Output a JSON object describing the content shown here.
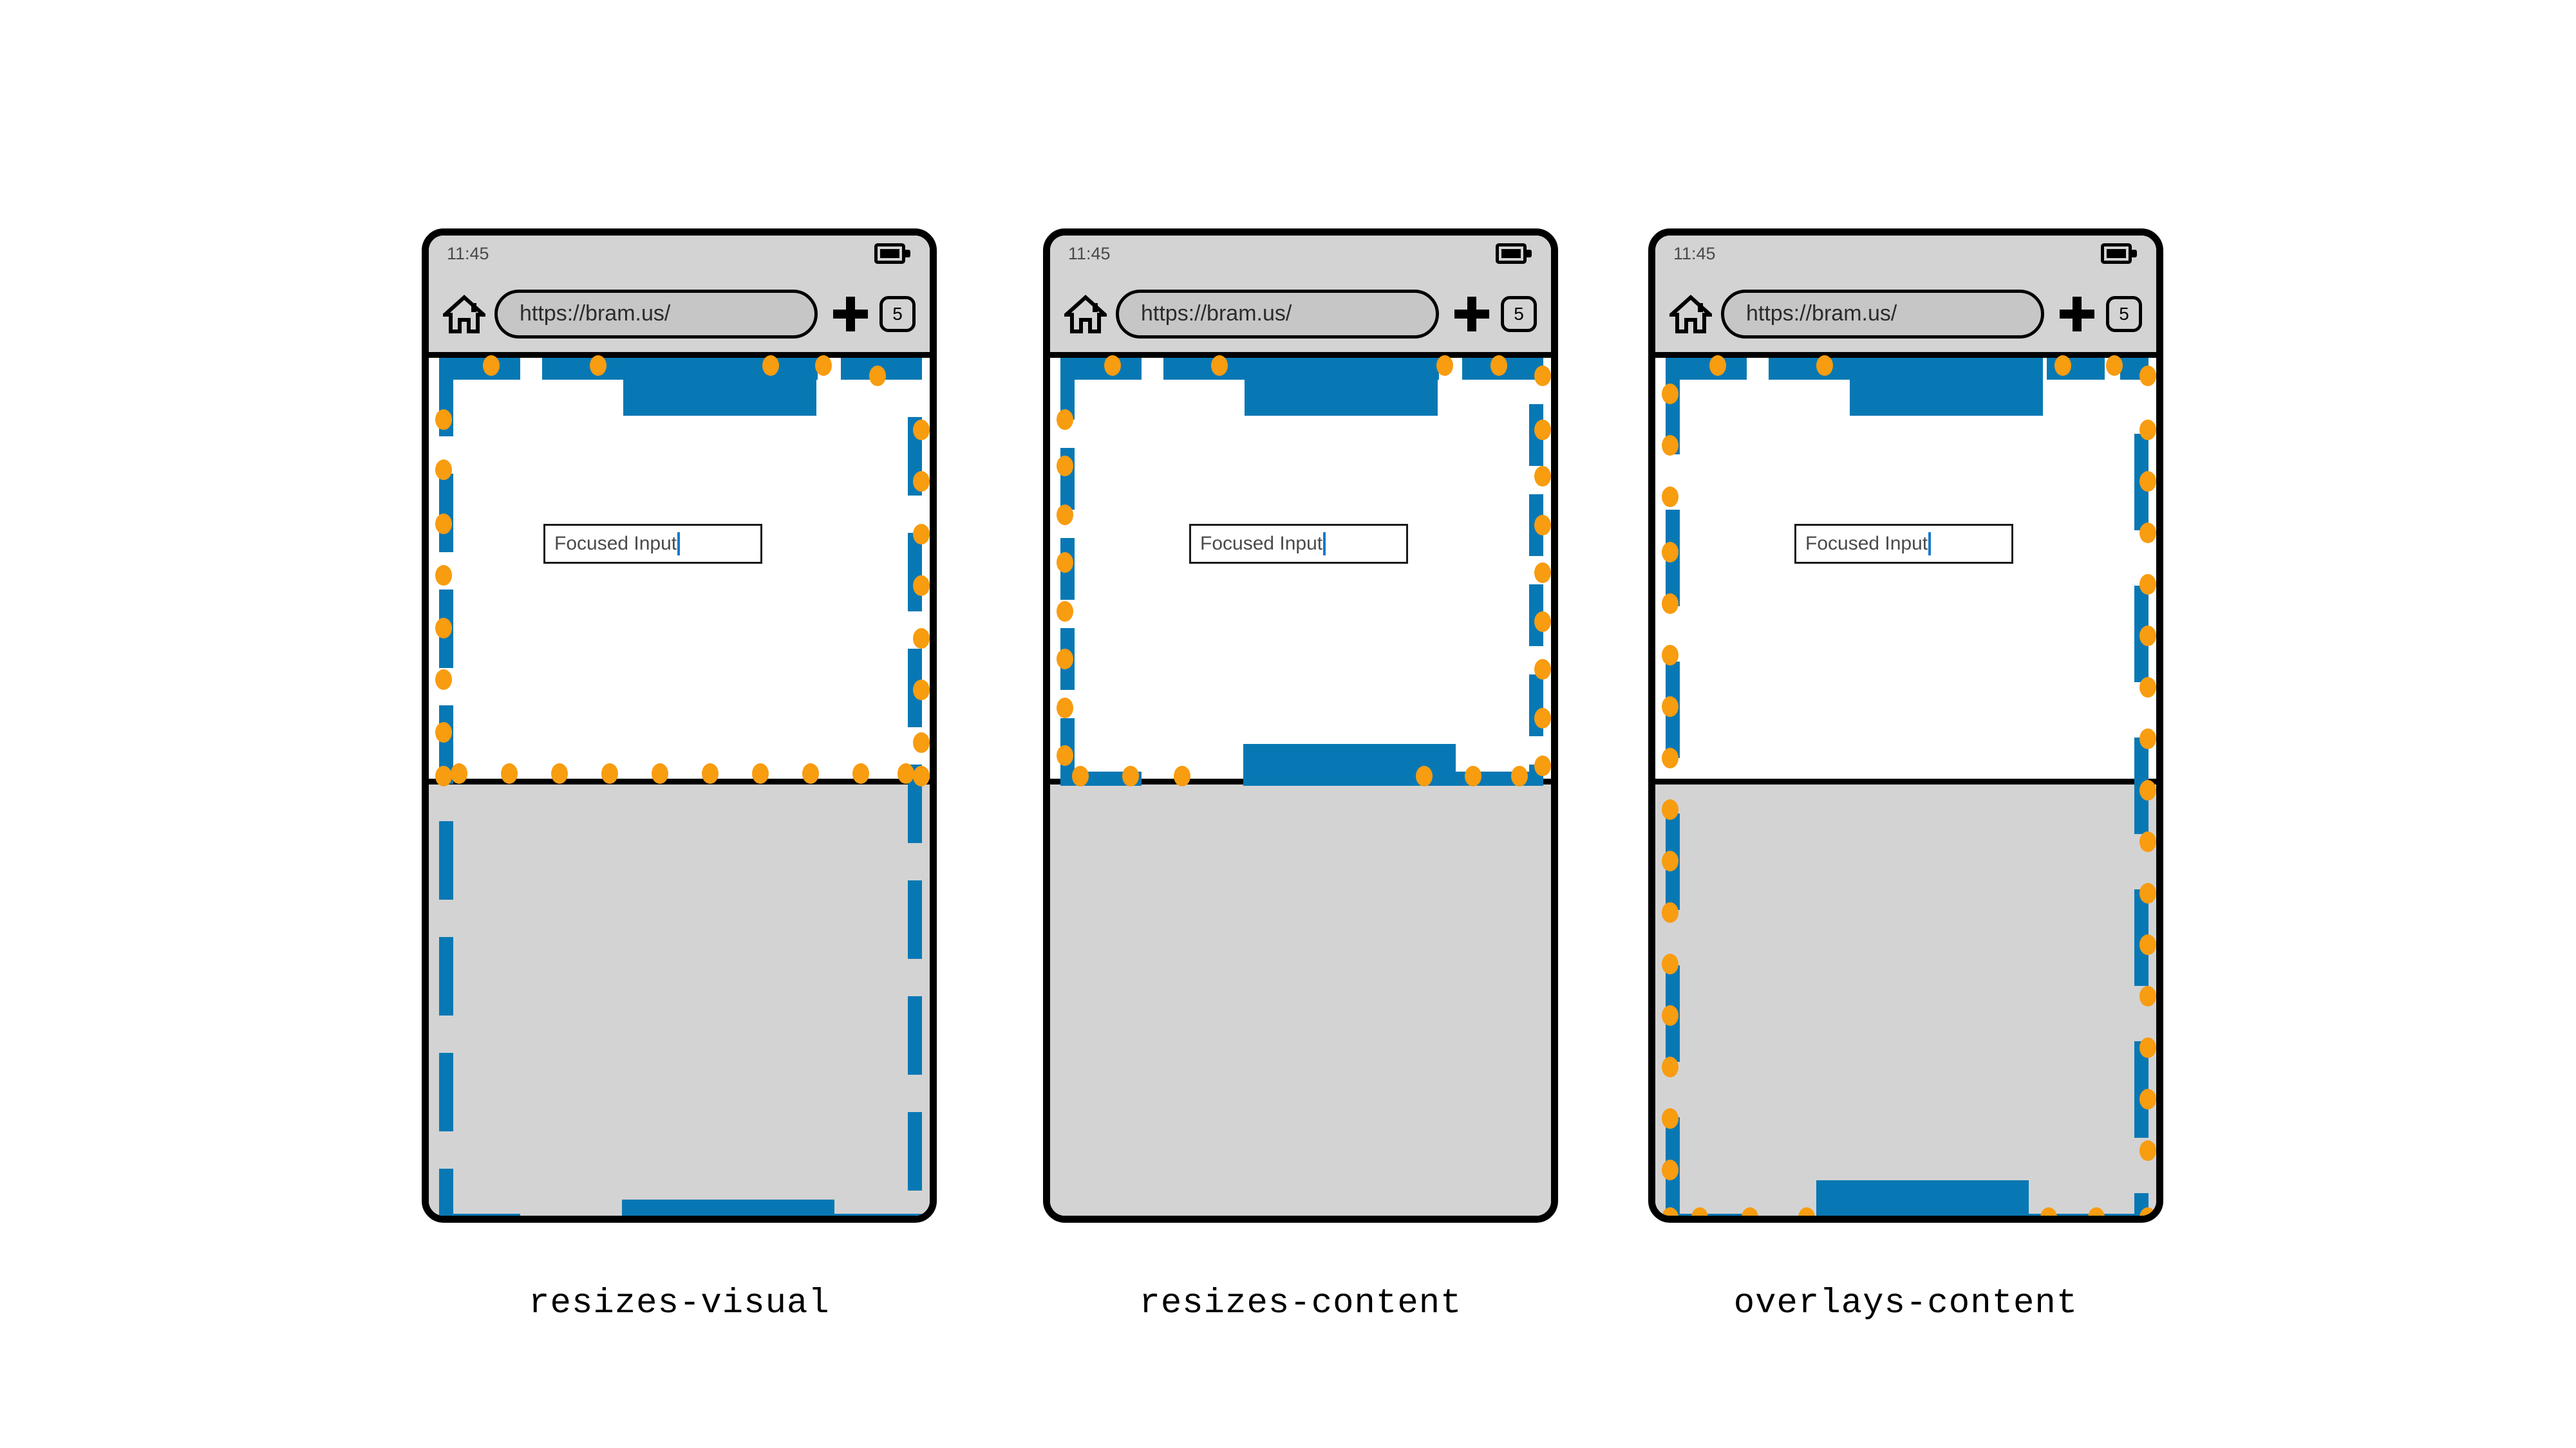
{
  "figure": {
    "panels": [
      {
        "id": "resizes-visual",
        "caption": "resizes-visual",
        "browser": {
          "clock": "11:45",
          "url": "https://bram.us/",
          "tab_count": "5",
          "home_icon": "home-icon",
          "new_tab_icon": "plus-icon",
          "battery_icon": "battery-full-icon"
        },
        "content": {
          "input_value": "Focused Input",
          "input_caret": "|"
        }
      },
      {
        "id": "resizes-content",
        "caption": "resizes-content",
        "browser": {
          "clock": "11:45",
          "url": "https://bram.us/",
          "tab_count": "5",
          "home_icon": "home-icon",
          "new_tab_icon": "plus-icon",
          "battery_icon": "battery-full-icon"
        },
        "content": {
          "input_value": "Focused Input",
          "input_caret": "|"
        }
      },
      {
        "id": "overlays-content",
        "caption": "overlays-content",
        "browser": {
          "clock": "11:45",
          "url": "https://bram.us/",
          "tab_count": "5",
          "home_icon": "home-icon",
          "new_tab_icon": "plus-icon",
          "battery_icon": "battery-full-icon"
        },
        "content": {
          "input_value": "Focused Input",
          "input_caret": "|"
        }
      }
    ],
    "colors": {
      "layout_viewport_border": "#0878b4",
      "visual_viewport_dot": "#f89c10",
      "keyboard_background": "#d3d3d3",
      "chrome_background": "#d3d3d3",
      "content_background": "#ffffff",
      "device_frame": "#000000",
      "caret": "#1878c8"
    }
  }
}
